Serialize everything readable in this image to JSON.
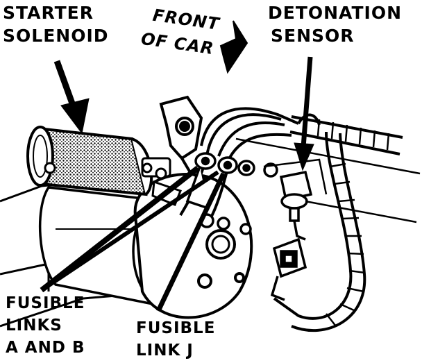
{
  "labels": {
    "starter_solenoid": [
      "STARTER",
      "SOLENOID"
    ],
    "front_of_car": [
      "FRONT",
      "OF CAR"
    ],
    "detonation_sensor": [
      "DETONATION",
      "SENSOR"
    ],
    "fusible_links_ab": [
      "FUSIBLE",
      "LINKS",
      "A AND B"
    ],
    "fusible_link_j": [
      "FUSIBLE",
      "LINK J"
    ]
  },
  "colors": {
    "ink": "#000000",
    "paper": "#ffffff",
    "shade": "#7a7a7a"
  }
}
